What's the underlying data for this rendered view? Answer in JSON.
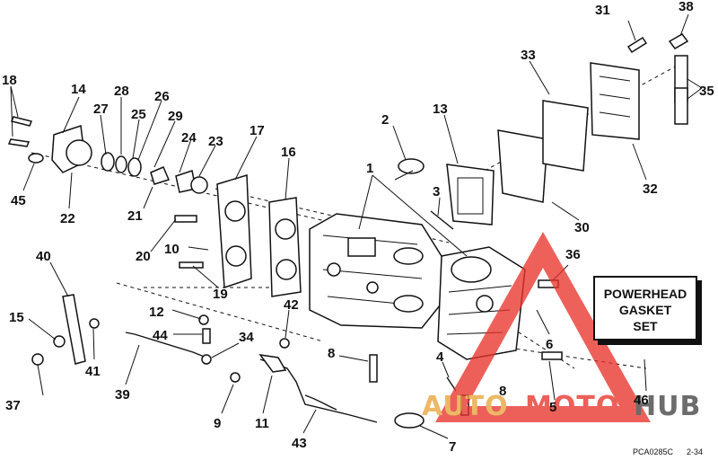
{
  "callouts": [
    "1",
    "2",
    "3",
    "4",
    "5",
    "6",
    "7",
    "8",
    "8",
    "9",
    "10",
    "11",
    "12",
    "13",
    "14",
    "15",
    "16",
    "17",
    "18",
    "19",
    "20",
    "21",
    "22",
    "23",
    "24",
    "25",
    "26",
    "27",
    "28",
    "29",
    "30",
    "31",
    "32",
    "33",
    "34",
    "35",
    "36",
    "37",
    "38",
    "39",
    "40",
    "41",
    "42",
    "43",
    "44",
    "45",
    "46"
  ],
  "gasket_box": {
    "line1": "POWERHEAD",
    "line2": "GASKET",
    "line3": "SET"
  },
  "reference_code": "PCA0285C",
  "page_ref": "2-34",
  "watermark": {
    "text_a": "AUTO",
    "text_b": "MOTO",
    "text_c": "HUB",
    "color_red": "#e8342c",
    "color_gold": "#e8a53a",
    "color_dark": "#444444"
  }
}
